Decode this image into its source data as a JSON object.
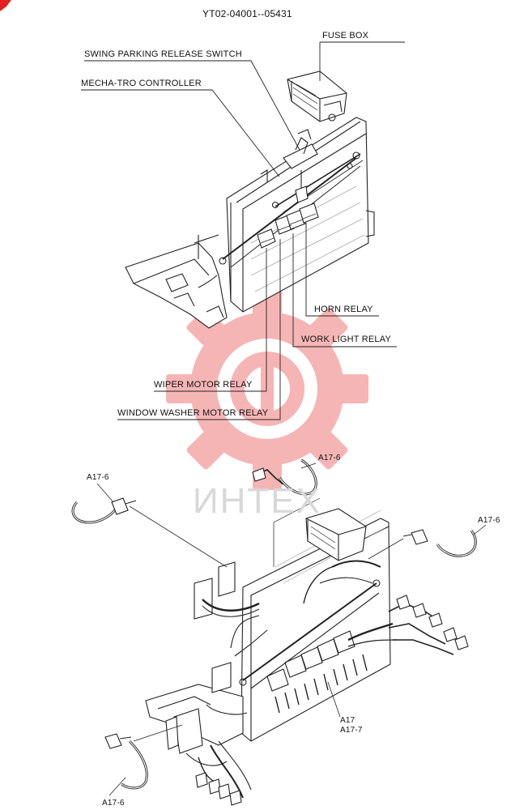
{
  "doc_code": "YT02-04001--05431",
  "labels": {
    "fuse_box": "FUSE BOX",
    "swing_parking": "SWING PARKING RELEASE SWITCH",
    "mecha_tro": "MECHA-TRO CONTROLLER",
    "horn_relay": "HORN RELAY",
    "work_light_relay": "WORK LIGHT RELAY",
    "wiper_motor_relay": "WIPER MOTOR RELAY",
    "window_washer_relay": "WINDOW WASHER MOTOR RELAY",
    "a17_6_top": "A17-6",
    "a17_6_left": "A17-6",
    "a17_6_right": "A17-6",
    "a17_6_bottom": "A17-6",
    "a17": "A17",
    "a17_7": "A17-7"
  },
  "watermark": {
    "text": "ИНТЕХ",
    "color": "#f28a8a"
  }
}
